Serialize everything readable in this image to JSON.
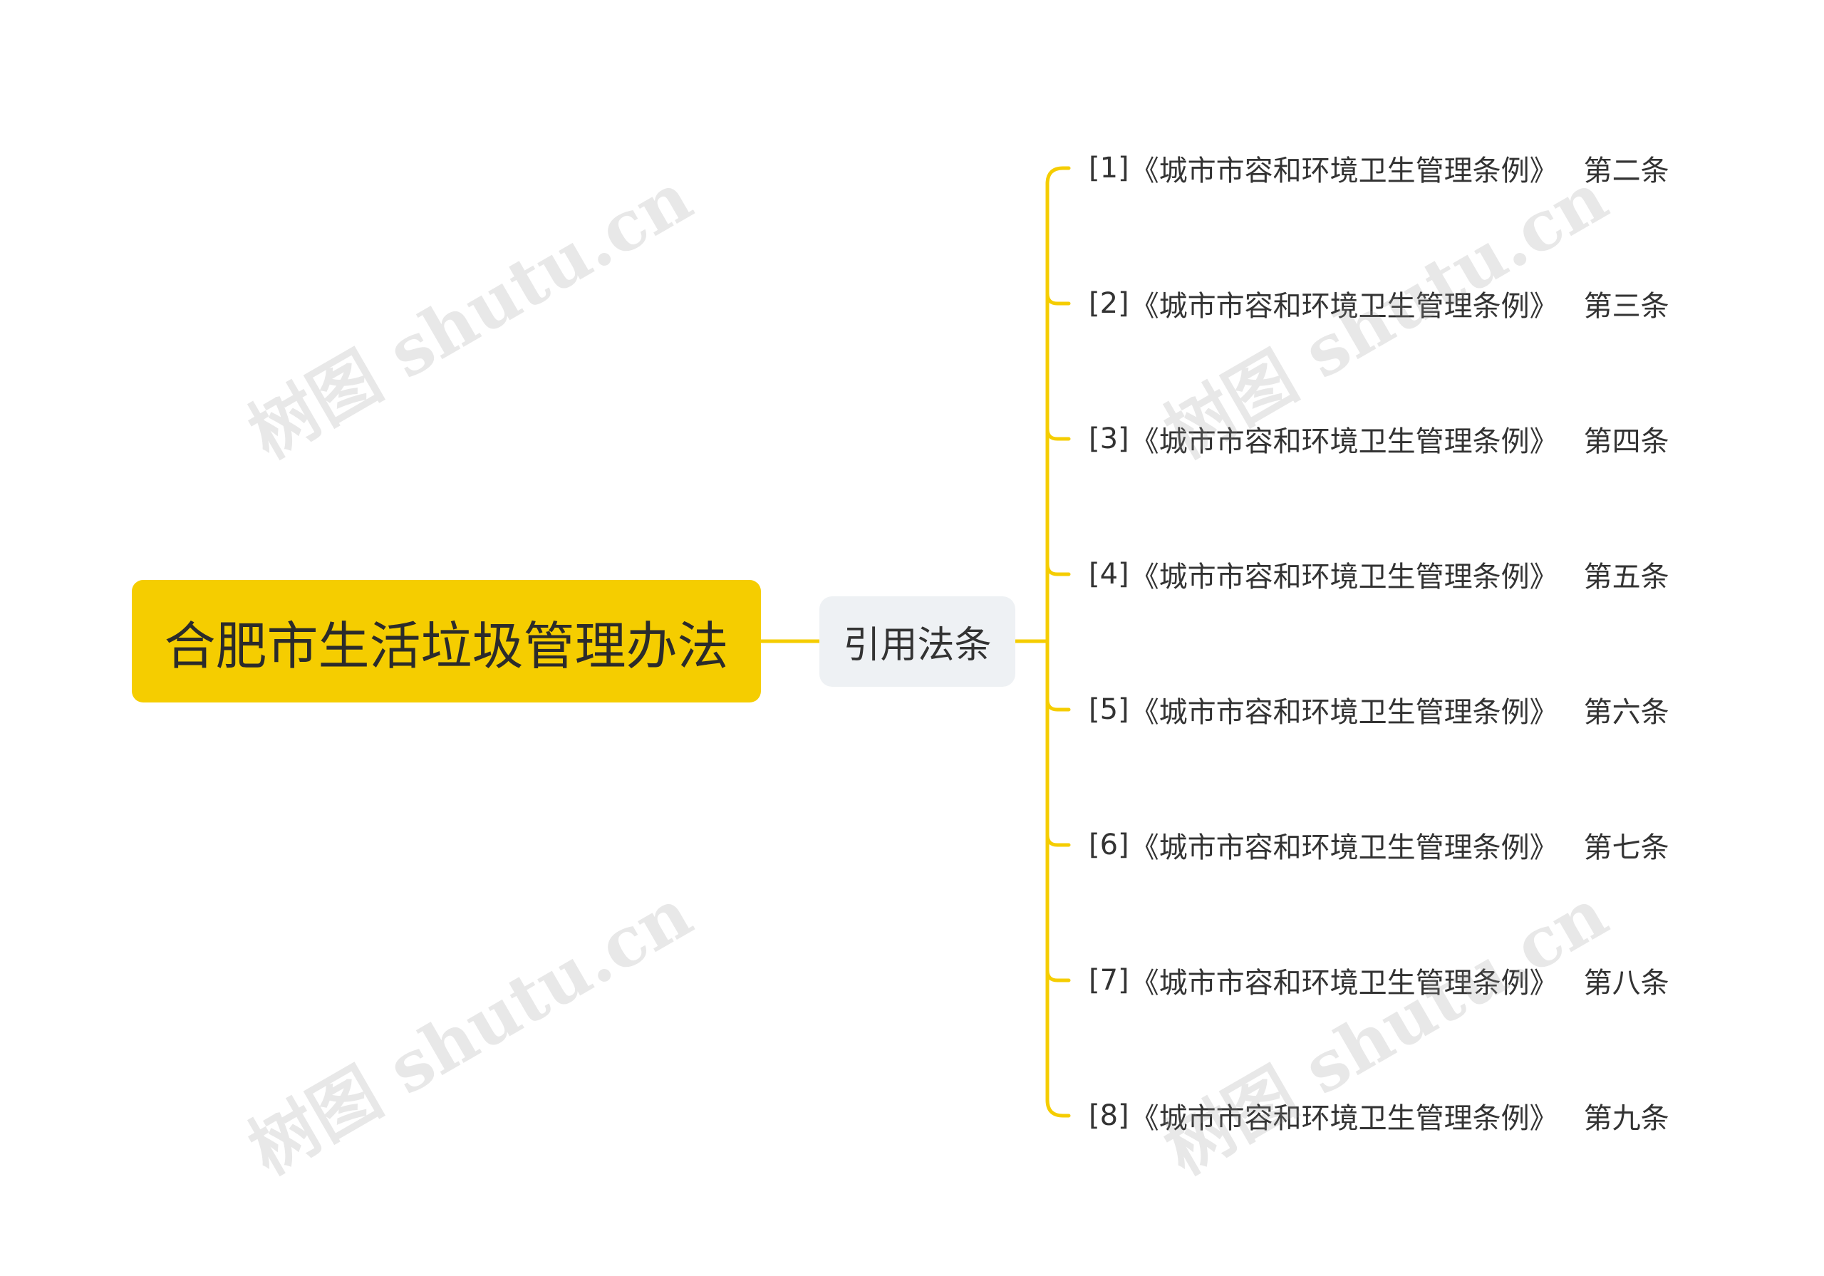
{
  "root": {
    "label": "合肥市生活垃圾管理办法"
  },
  "branch": {
    "label": "引用法条"
  },
  "leaves": [
    {
      "num": "[1]",
      "law": "《城市市容和环境卫生管理条例》",
      "article": "第二条"
    },
    {
      "num": "[2]",
      "law": "《城市市容和环境卫生管理条例》",
      "article": "第三条"
    },
    {
      "num": "[3]",
      "law": "《城市市容和环境卫生管理条例》",
      "article": "第四条"
    },
    {
      "num": "[4]",
      "law": "《城市市容和环境卫生管理条例》",
      "article": "第五条"
    },
    {
      "num": "[5]",
      "law": "《城市市容和环境卫生管理条例》",
      "article": "第六条"
    },
    {
      "num": "[6]",
      "law": "《城市市容和环境卫生管理条例》",
      "article": "第七条"
    },
    {
      "num": "[7]",
      "law": "《城市市容和环境卫生管理条例》",
      "article": "第八条"
    },
    {
      "num": "[8]",
      "law": "《城市市容和环境卫生管理条例》",
      "article": "第九条"
    }
  ],
  "watermark": {
    "text": "树图 shutu.cn"
  },
  "colors": {
    "connector": "#f5cd00",
    "root_bg": "#f5cd00",
    "branch_bg": "#eef1f4"
  }
}
